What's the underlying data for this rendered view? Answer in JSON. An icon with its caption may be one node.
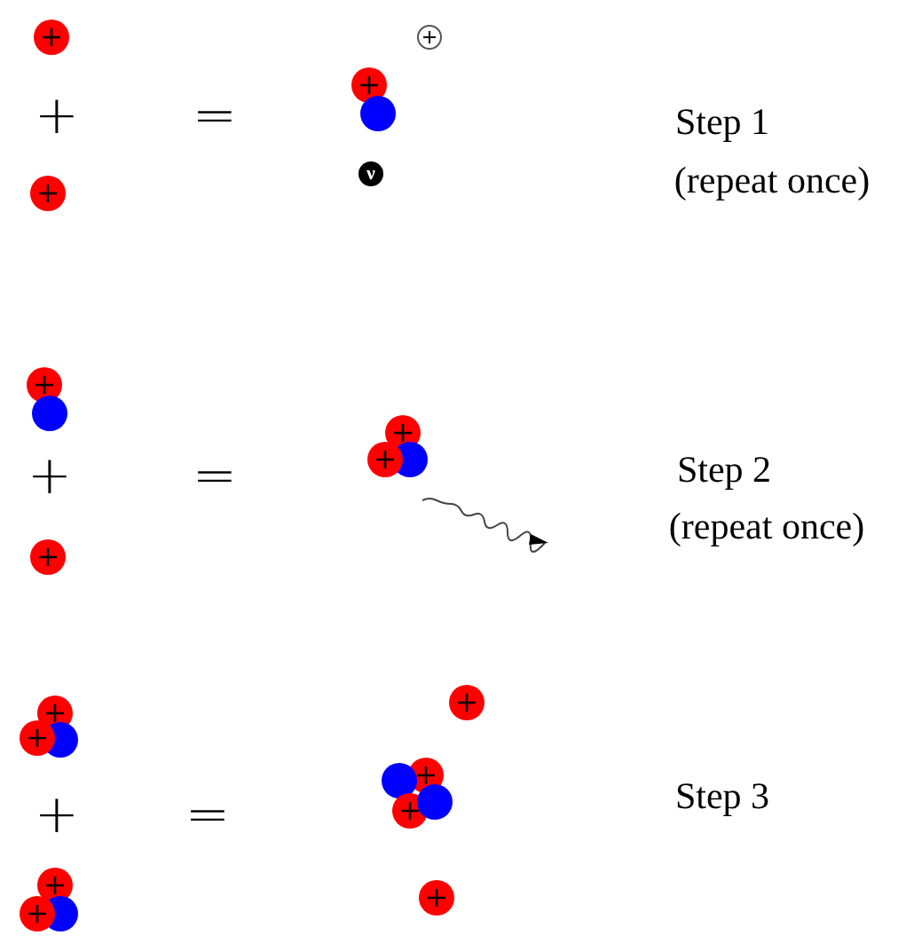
{
  "diagram": {
    "labels": [
      "+",
      "=",
      "ν",
      "Step 1",
      "(repeat once)",
      "+",
      "=",
      "Step 2",
      "(repeat once)",
      "+",
      "=",
      "Step 3"
    ]
  }
}
